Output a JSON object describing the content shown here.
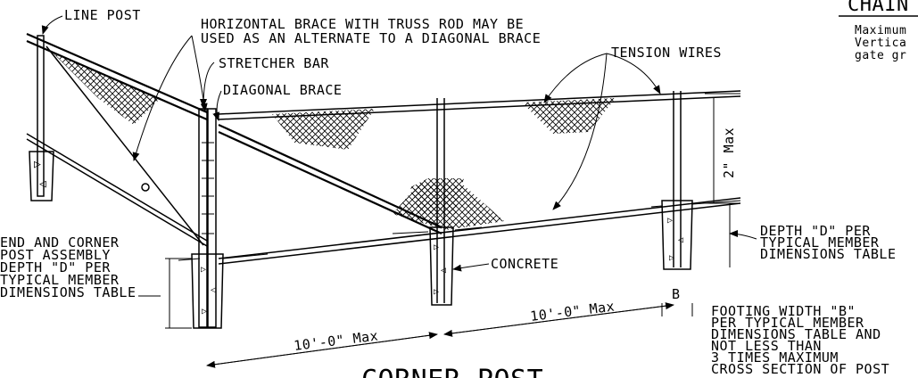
{
  "labels": {
    "line_post": "LINE POST",
    "horizontal_brace_1": "HORIZONTAL BRACE WITH TRUSS ROD MAY BE",
    "horizontal_brace_2": "USED AS AN ALTERNATE TO A DIAGONAL BRACE",
    "stretcher_bar": "STRETCHER BAR",
    "diagonal_brace": "DIAGONAL BRACE",
    "tension_wires": "TENSION WIRES",
    "two_in_max": "2\" Max",
    "end_corner_1": "END AND CORNER",
    "end_corner_2": "POST ASSEMBLY",
    "end_corner_3": "DEPTH \"D\" PER",
    "end_corner_4": "TYPICAL MEMBER",
    "end_corner_5": "DIMENSIONS TABLE",
    "concrete": "CONCRETE",
    "depth_d_1": "DEPTH \"D\" PER",
    "depth_d_2": "TYPICAL MEMBER",
    "depth_d_3": "DIMENSIONS TABLE",
    "b": "B",
    "footing_1": "FOOTING WIDTH \"B\"",
    "footing_2": "PER TYPICAL MEMBER",
    "footing_3": "DIMENSIONS TABLE AND",
    "footing_4": "NOT LESS THAN",
    "footing_5": "3 TIMES MAXIMUM",
    "footing_6": "CROSS SECTION OF POST",
    "dim_left": "10'-0\" Max",
    "dim_right": "10'-0\" Max",
    "corner_post": "CORNER POST",
    "chain_head": "CHAIN",
    "chain_1": "Maximum",
    "chain_2": "Vertica",
    "chain_3": "gate gr"
  }
}
